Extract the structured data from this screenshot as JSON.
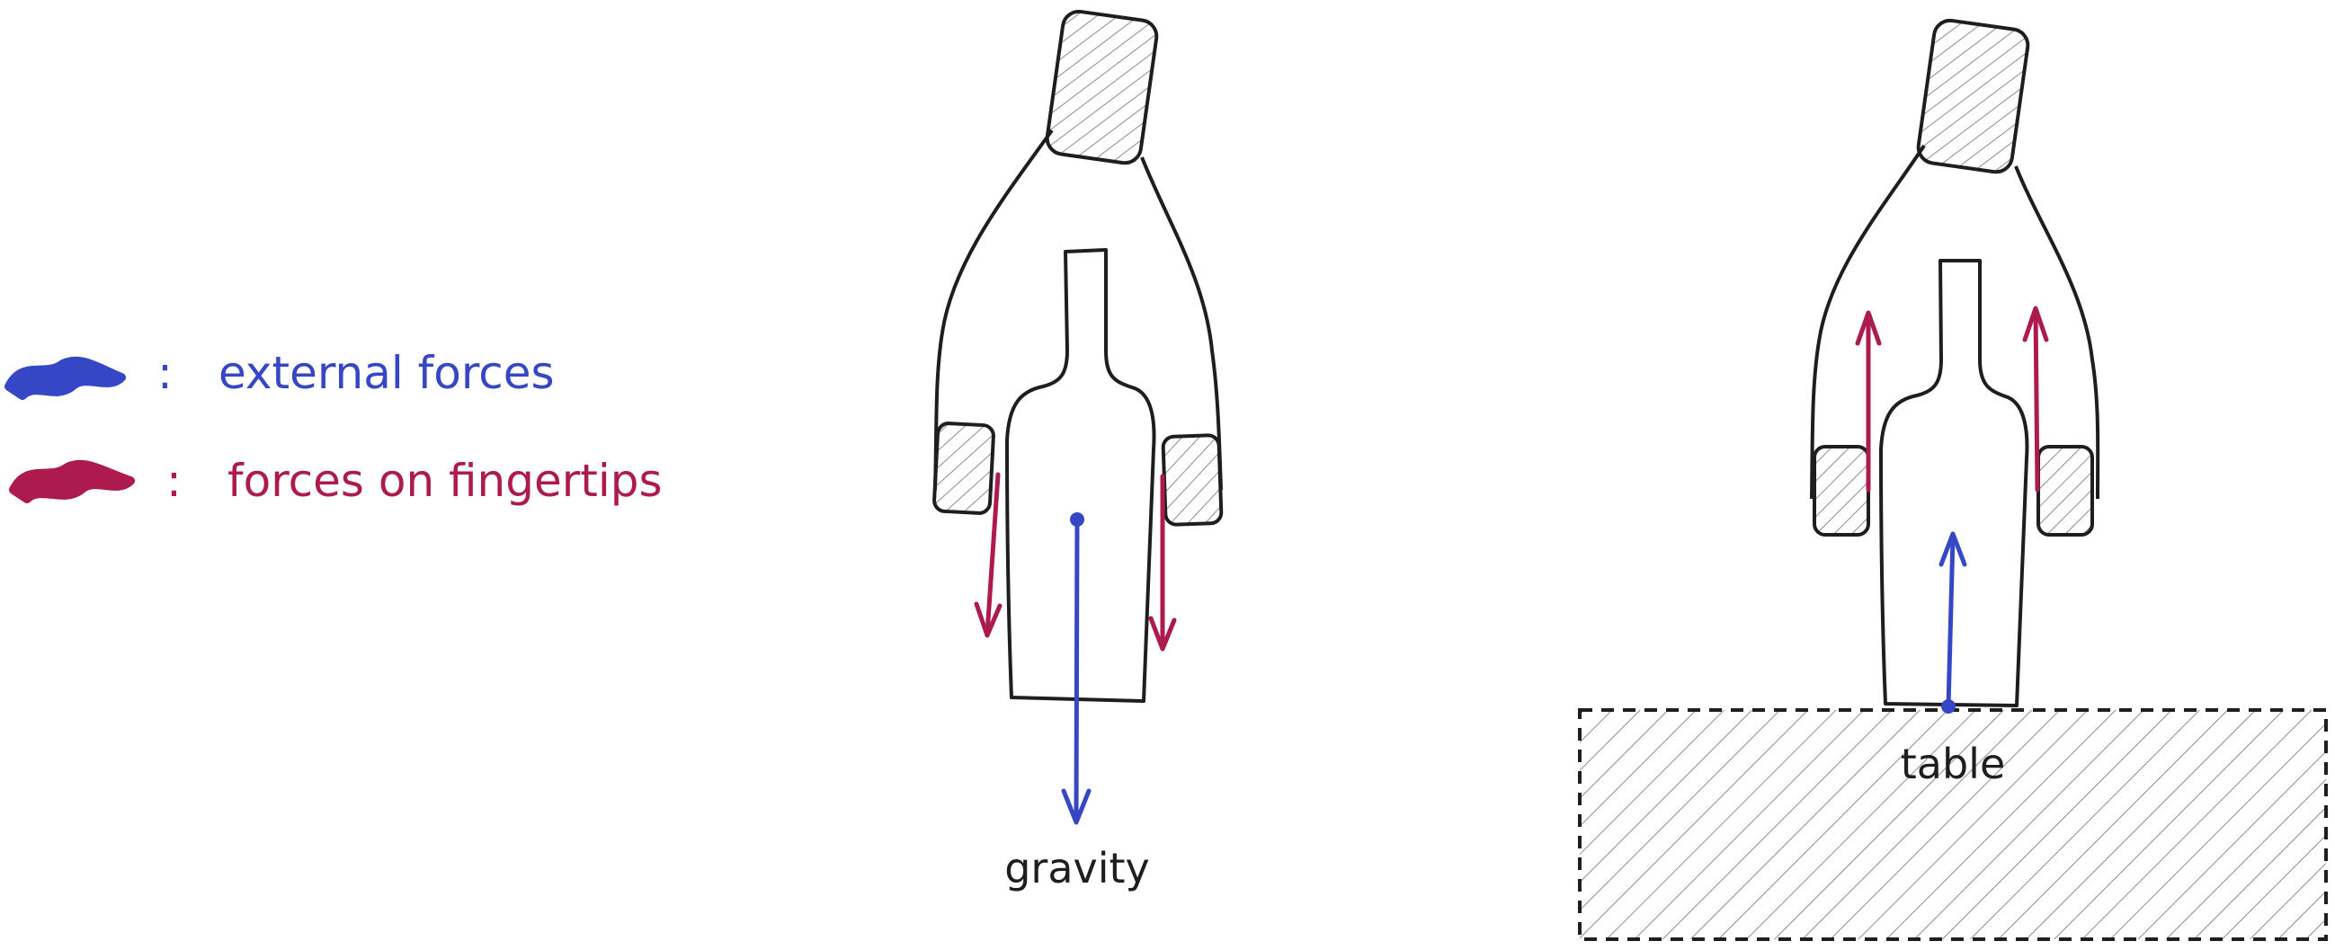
{
  "colors": {
    "external": "#3547c4",
    "fingertip": "#ad1a4e",
    "ink": "#1e1e1e",
    "hatch": "#8c8c8c"
  },
  "legend": {
    "external_sep": ":",
    "external_label": "external forces",
    "fingertip_sep": ":",
    "fingertip_label": "forces on fingertips"
  },
  "left_scene": {
    "external_force_label": "gravity"
  },
  "right_scene": {
    "surface_label": "table"
  }
}
